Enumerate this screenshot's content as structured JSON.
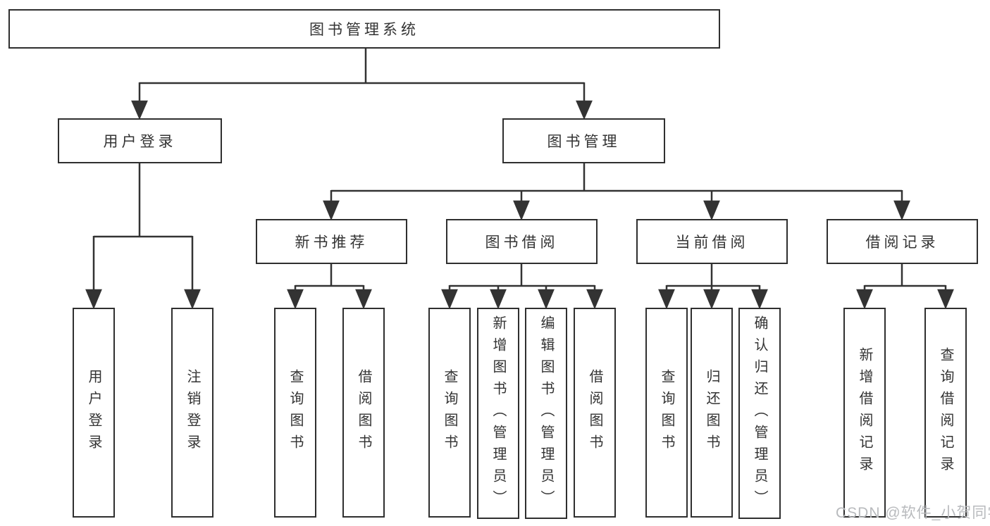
{
  "tree": {
    "root": {
      "label": "图书管理系统"
    },
    "children": [
      {
        "label": "用户登录",
        "children": [
          {
            "label": "用户登录"
          },
          {
            "label": "注销登录"
          }
        ]
      },
      {
        "label": "图书管理",
        "children": [
          {
            "label": "新书推荐",
            "children": [
              {
                "label": "查询图书"
              },
              {
                "label": "借阅图书"
              }
            ]
          },
          {
            "label": "图书借阅",
            "children": [
              {
                "label": "查询图书"
              },
              {
                "label": "新增图书（管理员）"
              },
              {
                "label": "编辑图书（管理员）"
              },
              {
                "label": "借阅图书"
              }
            ]
          },
          {
            "label": "当前借阅",
            "children": [
              {
                "label": "查询图书"
              },
              {
                "label": "归还图书"
              },
              {
                "label": "确认归还（管理员）"
              }
            ]
          },
          {
            "label": "借阅记录",
            "children": [
              {
                "label": "新增借阅记录"
              },
              {
                "label": "查询借阅记录"
              }
            ]
          }
        ]
      }
    ]
  },
  "watermark": {
    "text": "CSDN @软件_小贺同学"
  },
  "colors": {
    "line": "#333333",
    "box_border": "#2f2f2f",
    "text": "#333333",
    "watermark": "#b8babd",
    "background": "#ffffff"
  }
}
